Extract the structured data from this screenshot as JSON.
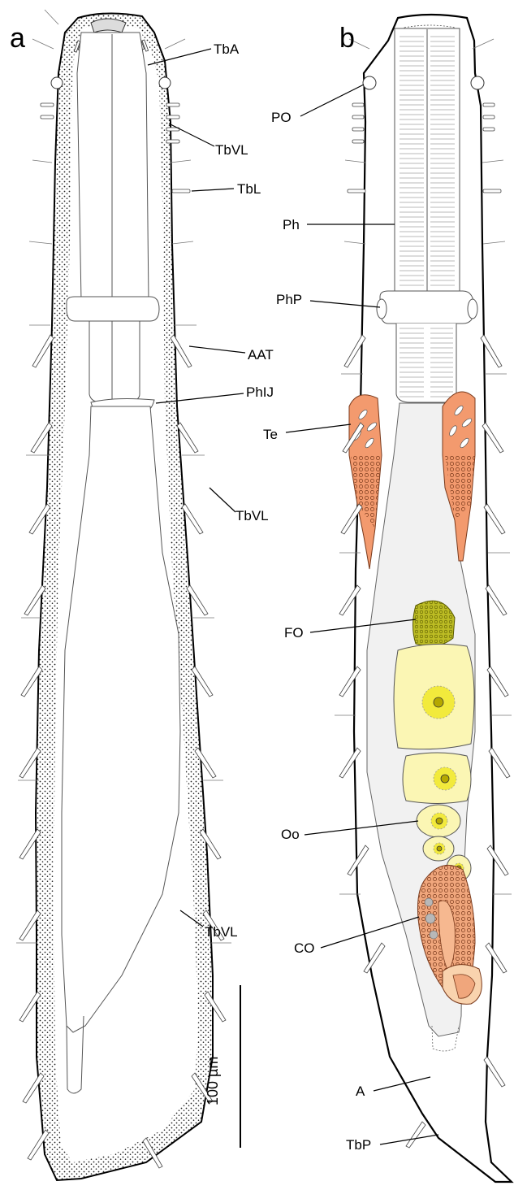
{
  "panels": [
    {
      "letter": "a"
    },
    {
      "letter": "b"
    }
  ],
  "labels_a": {
    "tba": "TbA",
    "tbvl_1": "TbVL",
    "tbl": "TbL",
    "aat": "AAT",
    "phij": "PhIJ",
    "tbvl_2": "TbVL",
    "tbvl_3": "TbVL"
  },
  "labels_b": {
    "po": "PO",
    "ph": "Ph",
    "php": "PhP",
    "te": "Te",
    "fo": "FO",
    "oo": "Oo",
    "co": "CO",
    "a": "A",
    "tbp": "TbP"
  },
  "scale_bar": {
    "label": "100 µm"
  },
  "colors": {
    "testis": "#f39a6e",
    "frontal_organ": "#bcbc24",
    "oocyte": "#fbf6b4",
    "oocyte_nucleus": "#f2ea3c",
    "gut": "#f1f1f1",
    "copulatory_organ": "#f0a67c",
    "outline": "#000000"
  }
}
